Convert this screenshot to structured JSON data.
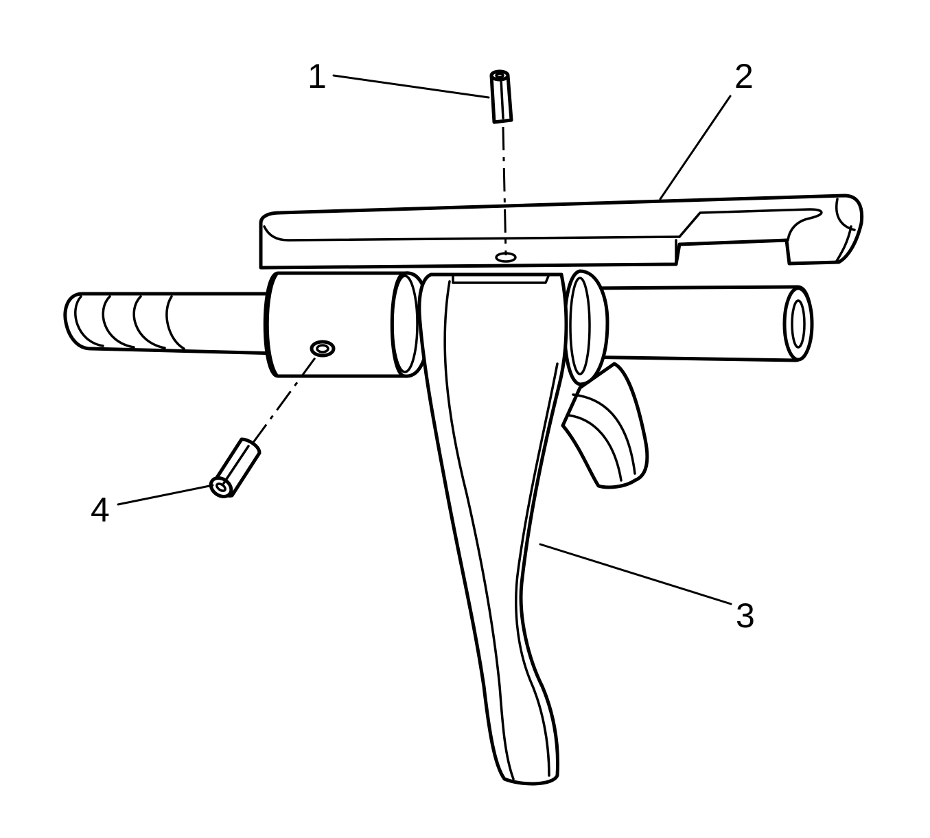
{
  "callouts": [
    {
      "id": "1",
      "label": "1"
    },
    {
      "id": "2",
      "label": "2"
    },
    {
      "id": "3",
      "label": "3"
    },
    {
      "id": "4",
      "label": "4"
    }
  ],
  "colors": {
    "stroke": "#000000",
    "fill": "#ffffff"
  }
}
